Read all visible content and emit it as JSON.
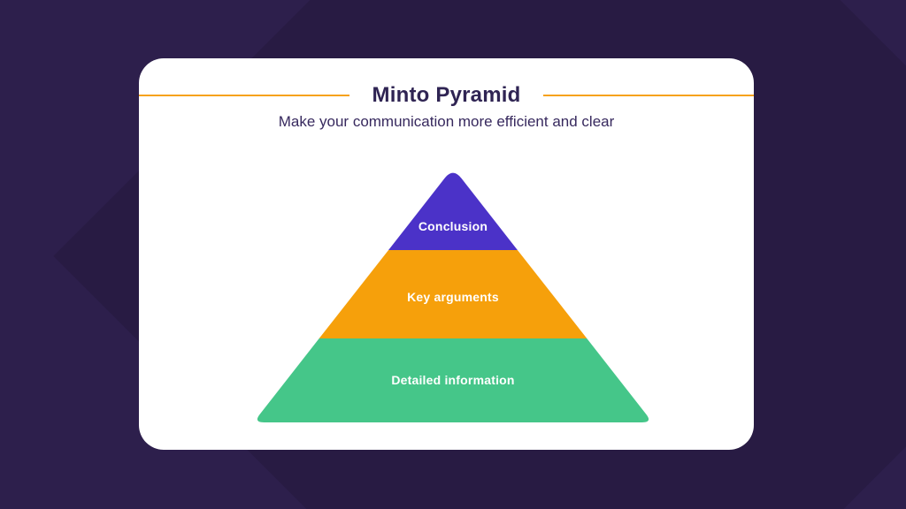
{
  "slide": {
    "title": "Minto Pyramid",
    "subtitle": "Make your communication more efficient and clear"
  },
  "pyramid": {
    "levels": [
      {
        "label": "Conclusion",
        "color": "#4B32C8"
      },
      {
        "label": "Key arguments",
        "color": "#F6A00B"
      },
      {
        "label": "Detailed information",
        "color": "#45C689"
      }
    ]
  },
  "colors": {
    "background": "#2D1F4C",
    "background_shape": "#281B43",
    "card": "#FFFFFF",
    "accent_line": "#F6A21C",
    "heading_text": "#2F2453",
    "subtitle_text": "#37295E",
    "level_label_text": "#FFFFFF"
  }
}
